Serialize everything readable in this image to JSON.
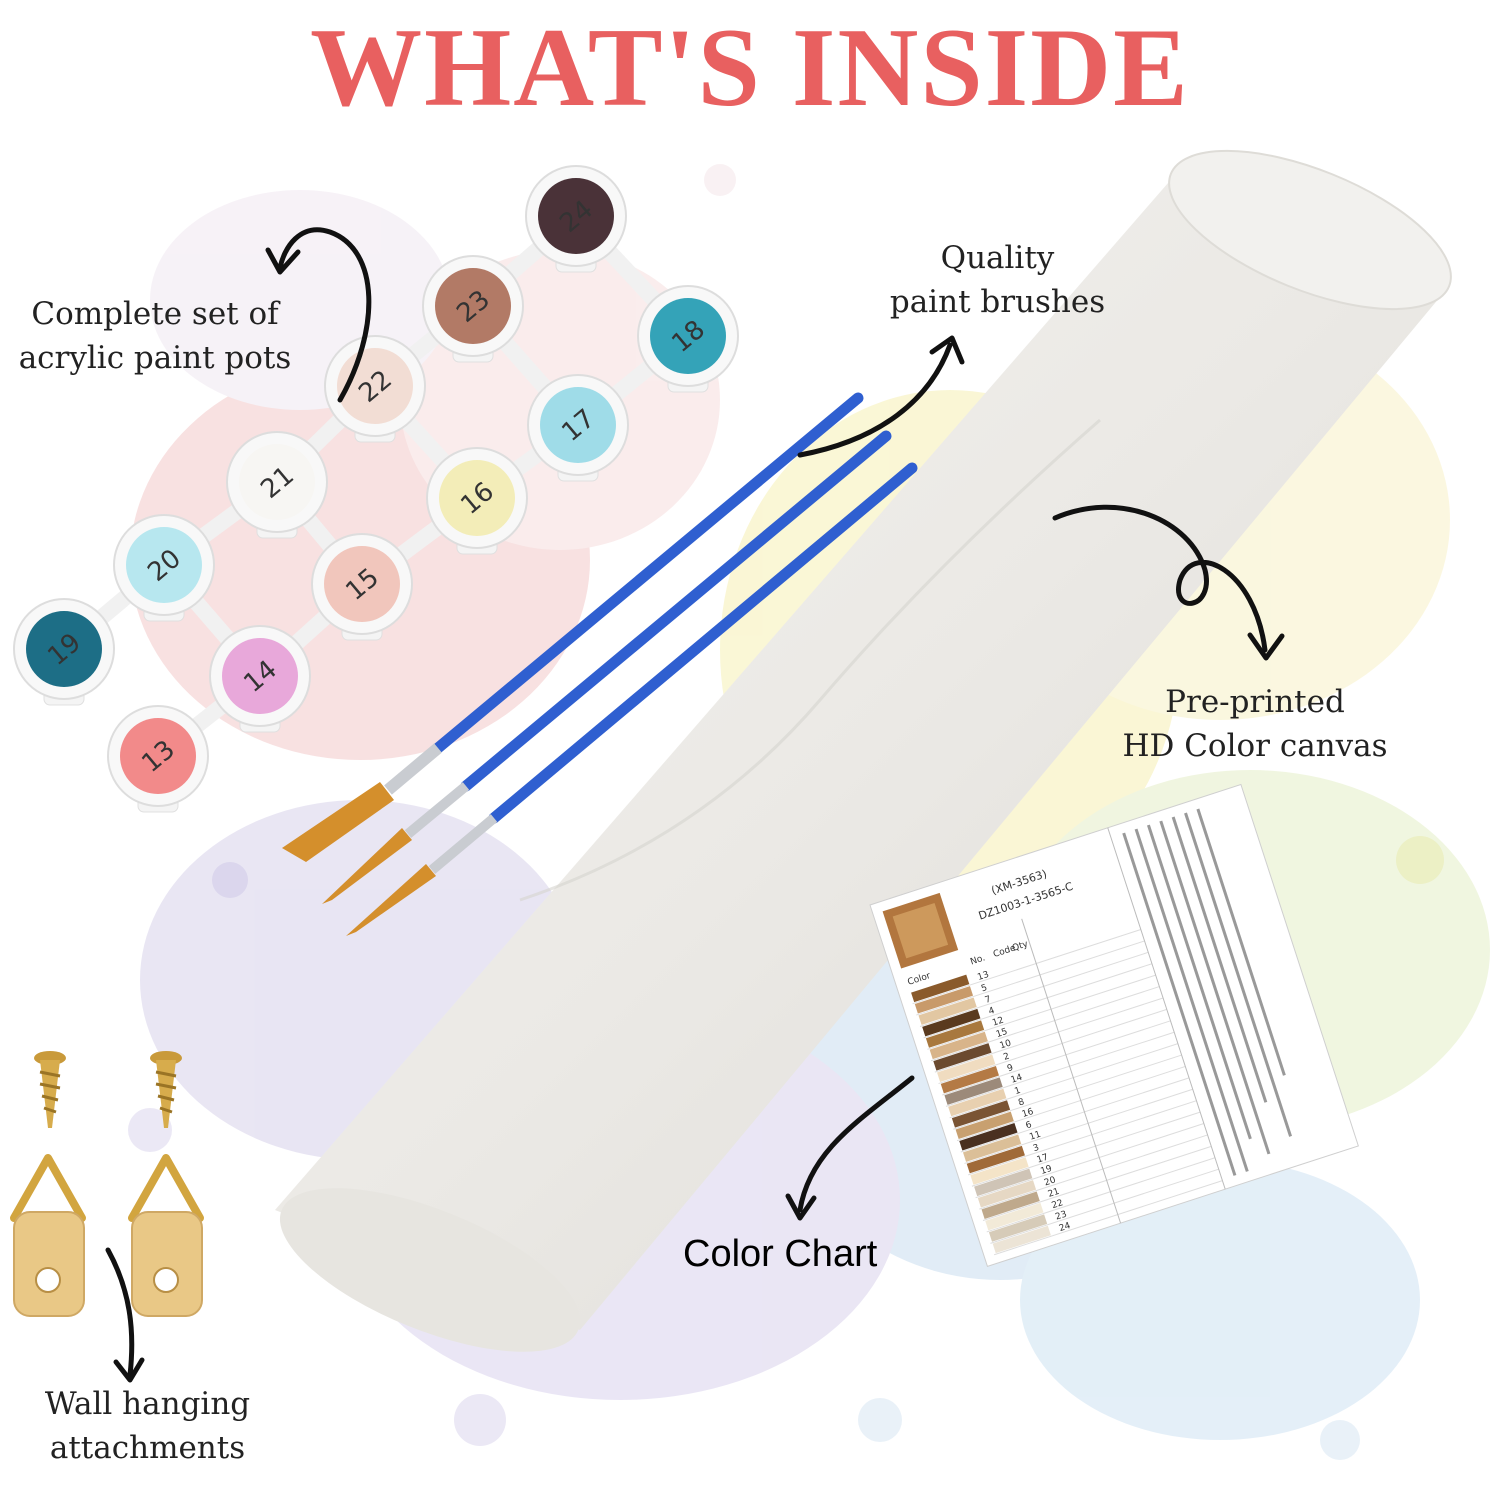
{
  "page": {
    "title": "WHAT'S INSIDE"
  },
  "labels": {
    "paint_pots": [
      "Complete set of",
      "acrylic paint pots"
    ],
    "brushes": [
      "Quality",
      "paint brushes"
    ],
    "canvas": [
      "Pre-printed",
      "HD Color canvas"
    ],
    "color_chart": "Color Chart",
    "hanging": [
      "Wall hanging",
      "attachments"
    ]
  },
  "paint_pots": [
    {
      "number": "24",
      "color": "#4a3238"
    },
    {
      "number": "23",
      "color": "#b27a66"
    },
    {
      "number": "18",
      "color": "#34a3b8"
    },
    {
      "number": "22",
      "color": "#f2ddd4"
    },
    {
      "number": "17",
      "color": "#9fdce8"
    },
    {
      "number": "21",
      "color": "#f7f6f3"
    },
    {
      "number": "16",
      "color": "#f3edb8"
    },
    {
      "number": "20",
      "color": "#b7e7ef"
    },
    {
      "number": "15",
      "color": "#f1c6bc"
    },
    {
      "number": "19",
      "color": "#1d6e86"
    },
    {
      "number": "14",
      "color": "#e8a8da"
    },
    {
      "number": "13",
      "color": "#f28a8a"
    }
  ],
  "color_chart_sheet": {
    "header_line_1": "(XM-3563)",
    "header_line_2": "DZ1003-1-3565-C",
    "column_headers": [
      "Color",
      "No.",
      "Code",
      "Qty"
    ],
    "row_numbers": [
      "13",
      "5",
      "7",
      "4",
      "12",
      "15",
      "10",
      "2",
      "9",
      "14",
      "1",
      "8",
      "16",
      "6",
      "11",
      "3",
      "17",
      "19",
      "20",
      "21",
      "22",
      "23",
      "24"
    ]
  },
  "colors": {
    "title": "#e86060",
    "brush_handle": "#2f5fd0",
    "bristle": "#d48f2c",
    "hanger": "#e9c886"
  }
}
